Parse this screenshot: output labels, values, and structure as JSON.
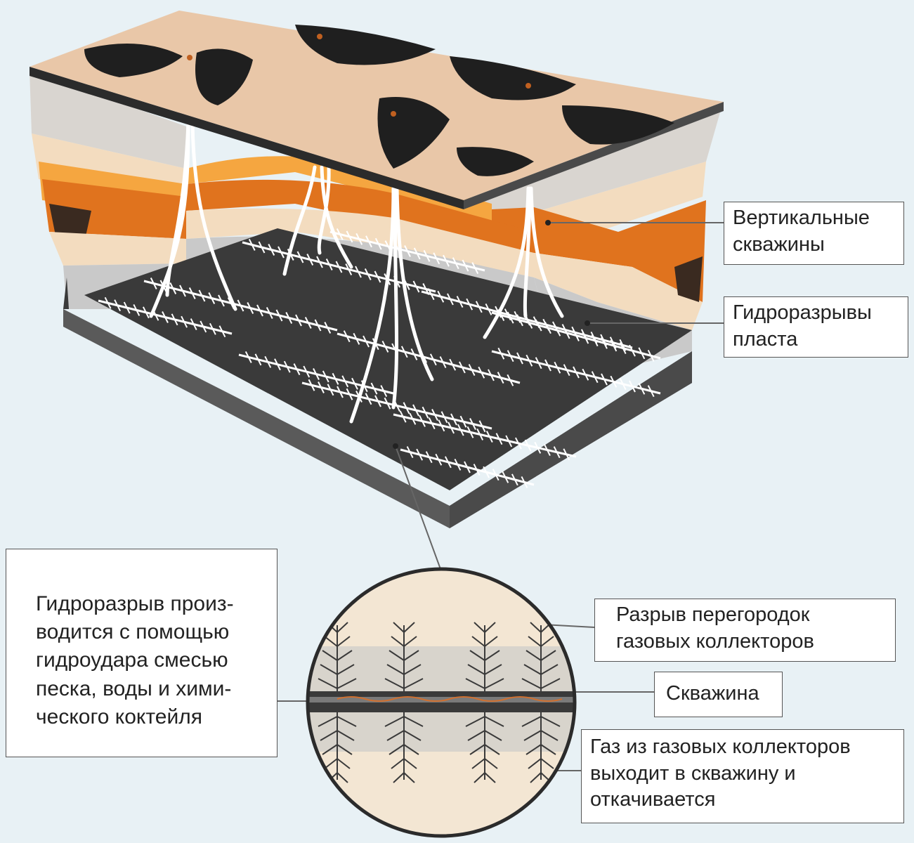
{
  "labels": {
    "vertical_wells": [
      "Вертикальные",
      "скважины"
    ],
    "formation_fracs": [
      "Гидроразрывы",
      "пласта"
    ],
    "process": [
      "Гидроразрыв произ-",
      "водится с помощью",
      "гидроудара смесью",
      "песка, воды и хими-",
      "ческого коктейля"
    ],
    "rupture": [
      "Разрыв перегородок",
      "газовых коллекторов"
    ],
    "well": [
      "Скважина"
    ],
    "gas": [
      "Газ из газовых коллекторов",
      "выходит в скважину и",
      "откачивается"
    ]
  },
  "colors": {
    "background": "#e8f1f5",
    "surface": "#e9c7a8",
    "dark_rock": "#2b2b2b",
    "orange_layer": "#e0731e",
    "light_orange": "#f5a640",
    "pale_layer": "#f3dcbf",
    "grey_layer": "#c9c9c9",
    "shale": "#3a3a3a",
    "fracture": "#ffffff"
  }
}
